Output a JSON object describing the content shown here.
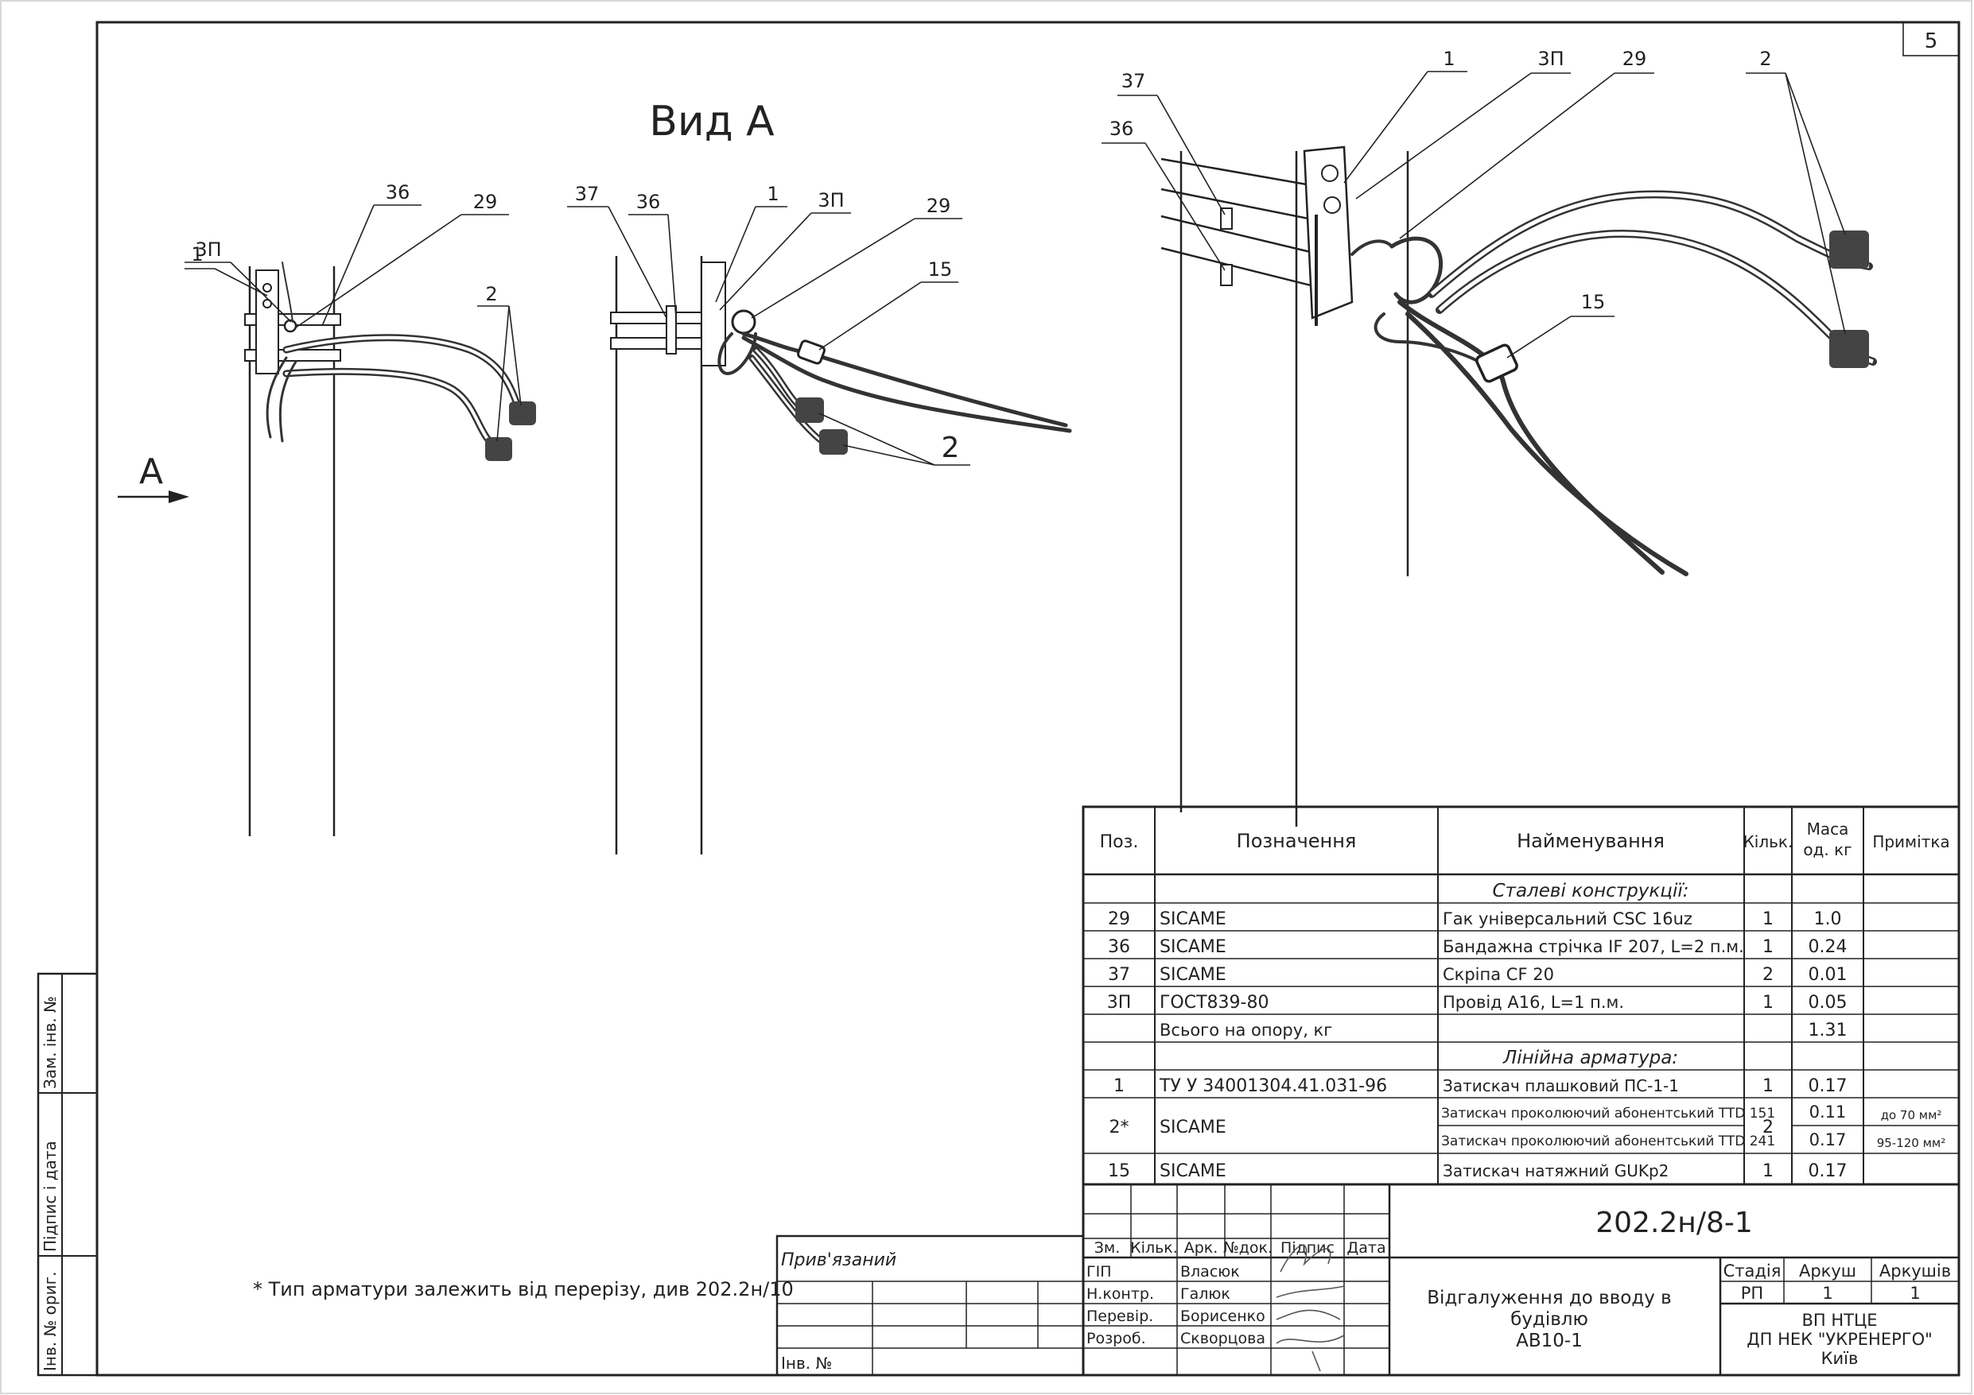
{
  "sheet_number": "5",
  "view_title": "Вид А",
  "view_arrow_label": "А",
  "left_view_callouts": [
    "3П",
    "36",
    "29",
    "1",
    "2"
  ],
  "middle_view_callouts": [
    "37",
    "36",
    "1",
    "3П",
    "29",
    "15",
    "2"
  ],
  "right_view_callouts": [
    "37",
    "36",
    "1",
    "3П",
    "29",
    "2",
    "15"
  ],
  "footnote": "* Тип арматури залежить від перерізу, див 202.2н/10",
  "spec_table": {
    "headers": [
      "Поз.",
      "Позначення",
      "Найменування",
      "Кільк.",
      "Маса од. кг",
      "Примітка"
    ],
    "sections": [
      {
        "title": "Сталеві конструкції:",
        "rows": [
          {
            "pos": "29",
            "designation": "SICAME",
            "name": "Гак універсальний CSC 16uz",
            "qty": "1",
            "mass": "1.0",
            "note": ""
          },
          {
            "pos": "36",
            "designation": "SICAME",
            "name": "Бандажна стрічка IF 207, L=2 п.м.",
            "qty": "1",
            "mass": "0.24",
            "note": ""
          },
          {
            "pos": "37",
            "designation": "SICAME",
            "name": "Скріпа CF 20",
            "qty": "2",
            "mass": "0.01",
            "note": ""
          },
          {
            "pos": "3П",
            "designation": "ГОСТ839-80",
            "name": "Провід А16, L=1 п.м.",
            "qty": "1",
            "mass": "0.05",
            "note": ""
          },
          {
            "pos": "",
            "designation": "Всього на опору, кг",
            "name": "",
            "qty": "",
            "mass": "1.31",
            "note": ""
          }
        ]
      },
      {
        "title": "Лінійна арматура:",
        "rows": [
          {
            "pos": "1",
            "designation": "ТУ У 34001304.41.031-96",
            "name": "Затискач плашковий ПС-1-1",
            "qty": "1",
            "mass": "0.17",
            "note": ""
          }
        ]
      }
    ],
    "row_2": {
      "pos": "2*",
      "designation": "SICAME",
      "qty": "2",
      "sub": [
        {
          "name": "Затискач проколюючий абонентський TTD 151",
          "mass": "0.11",
          "note": "до 70 мм²"
        },
        {
          "name": "Затискач проколюючий абонентський TTD 241",
          "mass": "0.17",
          "note": "95-120 мм²"
        }
      ]
    },
    "row_15": {
      "pos": "15",
      "designation": "SICAME",
      "name": "Затискач натяжний GUKp2",
      "qty": "1",
      "mass": "0.17",
      "note": ""
    }
  },
  "title_block": {
    "doc_code": "202.2н/8-1",
    "revision_headers": [
      "Зм.",
      "Кільк.",
      "Арк.",
      "№док.",
      "Підпис",
      "Дата"
    ],
    "roles": [
      {
        "role": "ГІП",
        "name": "Власюк"
      },
      {
        "role": "Н.контр.",
        "name": "Галюк"
      },
      {
        "role": "Перевір.",
        "name": "Борисенко"
      },
      {
        "role": "Розроб.",
        "name": "Скворцова"
      }
    ],
    "drawing_title": [
      "Відгалуження до вводу в",
      "будівлю",
      "АВ10-1"
    ],
    "stage_label": "Стадія",
    "sheet_label": "Аркуш",
    "sheets_label": "Аркушів",
    "stage_value": "РП",
    "sheet_value": "1",
    "sheets_value": "1",
    "organization": [
      "ВП НТЦЕ",
      "ДП НЕК \"УКРЕНЕРГО\"",
      "Київ"
    ]
  },
  "binding_block": {
    "label": "Прив'язаний",
    "inv_label": "Інв. №"
  },
  "side_stamps": [
    "Зам. інв. №",
    "Підпис і дата",
    "Інв. № ориг."
  ]
}
